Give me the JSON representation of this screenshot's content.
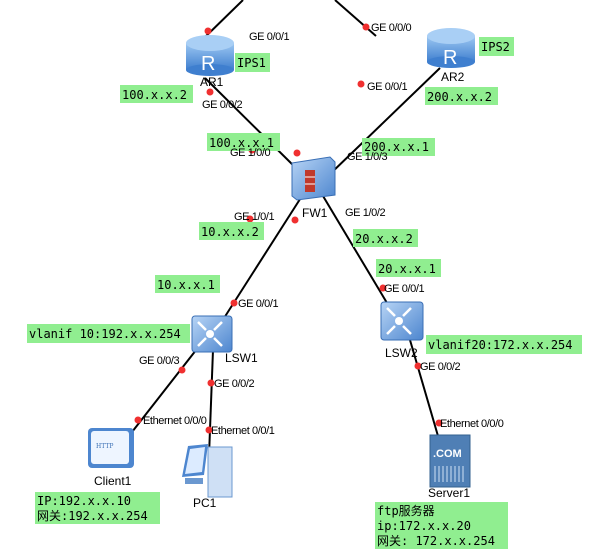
{
  "devices": {
    "ar1": "AR1",
    "ar2": "AR2",
    "fw1": "FW1",
    "lsw1": "LSW1",
    "lsw2": "LSW2",
    "client1": "Client1",
    "pc1": "PC1",
    "server1": "Server1"
  },
  "ports": {
    "ar1_up": "GE 0/0/1",
    "ar1_down": "GE 0/0/2",
    "ar2_up": "GE 0/0/0",
    "ar2_down": "GE 0/0/1",
    "fw1_ar1": "GE 1/0/0",
    "fw1_ar2": "GE 1/0/3",
    "fw1_lsw1": "GE 1/0/1",
    "fw1_lsw2": "GE 1/0/2",
    "lsw1_up": "GE 0/0/1",
    "lsw1_client": "GE 0/0/3",
    "lsw1_pc": "GE 0/0/2",
    "lsw2_up": "GE 0/0/1",
    "lsw2_server": "GE 0/0/2",
    "client1": "Ethernet 0/0/0",
    "pc1": "Ethernet 0/0/1",
    "server1": "Ethernet 0/0/0"
  },
  "notes": {
    "ips1": "IPS1",
    "ips2": "IPS2",
    "ar1_ip": "100.x.x.2",
    "ar2_ip": "200.x.x.2",
    "fw1_ar1_ip": "100.x.x.1",
    "fw1_ar2_ip": "200.x.x.1",
    "fw1_lsw1_ip": "10.x.x.2",
    "fw1_lsw2_ip": "20.x.x.2",
    "lsw1_ip": "10.x.x.1",
    "lsw2_ip": "20.x.x.1",
    "lsw1_vlanif": "vlanif 10:192.x.x.254",
    "lsw2_vlanif": "vlanif20:172.x.x.254",
    "client1_lines": [
      "IP:192.x.x.10",
      "网关:192.x.x.254"
    ],
    "server1_lines": [
      "ftp服务器",
      "ip:172.x.x.20",
      "网关: 172.x.x.254"
    ]
  },
  "colors": {
    "note_bg": "#90ee90",
    "port_dot": "#f03030",
    "device_blue": "#5b8fd6"
  },
  "device_icons": {
    "ar1": "router-icon",
    "ar2": "router-icon",
    "fw1": "firewall-icon",
    "lsw1": "switch-icon",
    "lsw2": "switch-icon",
    "client1": "http-client-icon",
    "pc1": "pc-icon",
    "server1": "server-icon"
  }
}
